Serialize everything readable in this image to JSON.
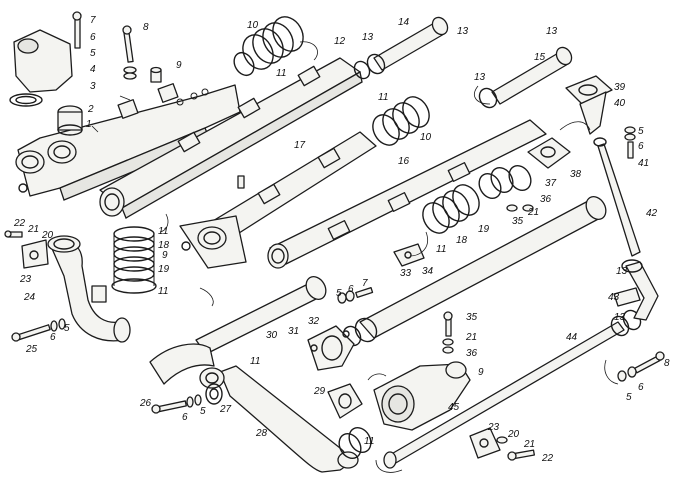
{
  "callouts": [
    {
      "id": "c7a",
      "text": "7"
    },
    {
      "id": "c6a",
      "text": "6"
    },
    {
      "id": "c5a",
      "text": "5"
    },
    {
      "id": "c4",
      "text": "4"
    },
    {
      "id": "c3",
      "text": "3"
    },
    {
      "id": "c8a",
      "text": "8"
    },
    {
      "id": "c2",
      "text": "2"
    },
    {
      "id": "c1",
      "text": "1"
    },
    {
      "id": "c9a",
      "text": "9"
    },
    {
      "id": "c10a",
      "text": "10"
    },
    {
      "id": "c11a",
      "text": "11"
    },
    {
      "id": "c12",
      "text": "12"
    },
    {
      "id": "c13a",
      "text": "13"
    },
    {
      "id": "c14",
      "text": "14"
    },
    {
      "id": "c13b",
      "text": "13"
    },
    {
      "id": "c13c",
      "text": "13"
    },
    {
      "id": "c15",
      "text": "15"
    },
    {
      "id": "c13d",
      "text": "13"
    },
    {
      "id": "c39",
      "text": "39"
    },
    {
      "id": "c40",
      "text": "40"
    },
    {
      "id": "c5b",
      "text": "5"
    },
    {
      "id": "c6b",
      "text": "6"
    },
    {
      "id": "c41",
      "text": "41"
    },
    {
      "id": "c11b",
      "text": "11"
    },
    {
      "id": "c10b",
      "text": "10"
    },
    {
      "id": "c17",
      "text": "17"
    },
    {
      "id": "c16",
      "text": "16"
    },
    {
      "id": "c38",
      "text": "38"
    },
    {
      "id": "c37",
      "text": "37"
    },
    {
      "id": "c42",
      "text": "42"
    },
    {
      "id": "c22a",
      "text": "22"
    },
    {
      "id": "c21a",
      "text": "21"
    },
    {
      "id": "c20a",
      "text": "20"
    },
    {
      "id": "c11c",
      "text": "11"
    },
    {
      "id": "c18a",
      "text": "18"
    },
    {
      "id": "c9b",
      "text": "9"
    },
    {
      "id": "c19a",
      "text": "19"
    },
    {
      "id": "c11d",
      "text": "11"
    },
    {
      "id": "c23a",
      "text": "23"
    },
    {
      "id": "c24",
      "text": "24"
    },
    {
      "id": "c25",
      "text": "25"
    },
    {
      "id": "c6c",
      "text": "6"
    },
    {
      "id": "c5c",
      "text": "5"
    },
    {
      "id": "c11e",
      "text": "11"
    },
    {
      "id": "c18b",
      "text": "18"
    },
    {
      "id": "c19b",
      "text": "19"
    },
    {
      "id": "c35a",
      "text": "35"
    },
    {
      "id": "c21b",
      "text": "21"
    },
    {
      "id": "c36a",
      "text": "36"
    },
    {
      "id": "c33",
      "text": "33"
    },
    {
      "id": "c34",
      "text": "34"
    },
    {
      "id": "c13e",
      "text": "13"
    },
    {
      "id": "c43",
      "text": "43"
    },
    {
      "id": "c13f",
      "text": "13"
    },
    {
      "id": "c5d",
      "text": "5"
    },
    {
      "id": "c6d",
      "text": "6"
    },
    {
      "id": "c7b",
      "text": "7"
    },
    {
      "id": "c30",
      "text": "30"
    },
    {
      "id": "c31",
      "text": "31"
    },
    {
      "id": "c32",
      "text": "32"
    },
    {
      "id": "c35b",
      "text": "35"
    },
    {
      "id": "c21c",
      "text": "21"
    },
    {
      "id": "c36b",
      "text": "36"
    },
    {
      "id": "c44",
      "text": "44"
    },
    {
      "id": "c11f",
      "text": "11"
    },
    {
      "id": "c26",
      "text": "26"
    },
    {
      "id": "c6e",
      "text": "6"
    },
    {
      "id": "c5e",
      "text": "5"
    },
    {
      "id": "c27",
      "text": "27"
    },
    {
      "id": "c29",
      "text": "29"
    },
    {
      "id": "c45",
      "text": "45"
    },
    {
      "id": "c9c",
      "text": "9"
    },
    {
      "id": "c28",
      "text": "28"
    },
    {
      "id": "c11g",
      "text": "11"
    },
    {
      "id": "c23b",
      "text": "23"
    },
    {
      "id": "c20b",
      "text": "20"
    },
    {
      "id": "c21d",
      "text": "21"
    },
    {
      "id": "c22b",
      "text": "22"
    },
    {
      "id": "c5f",
      "text": "5"
    },
    {
      "id": "c6f",
      "text": "6"
    },
    {
      "id": "c8b",
      "text": "8"
    }
  ]
}
